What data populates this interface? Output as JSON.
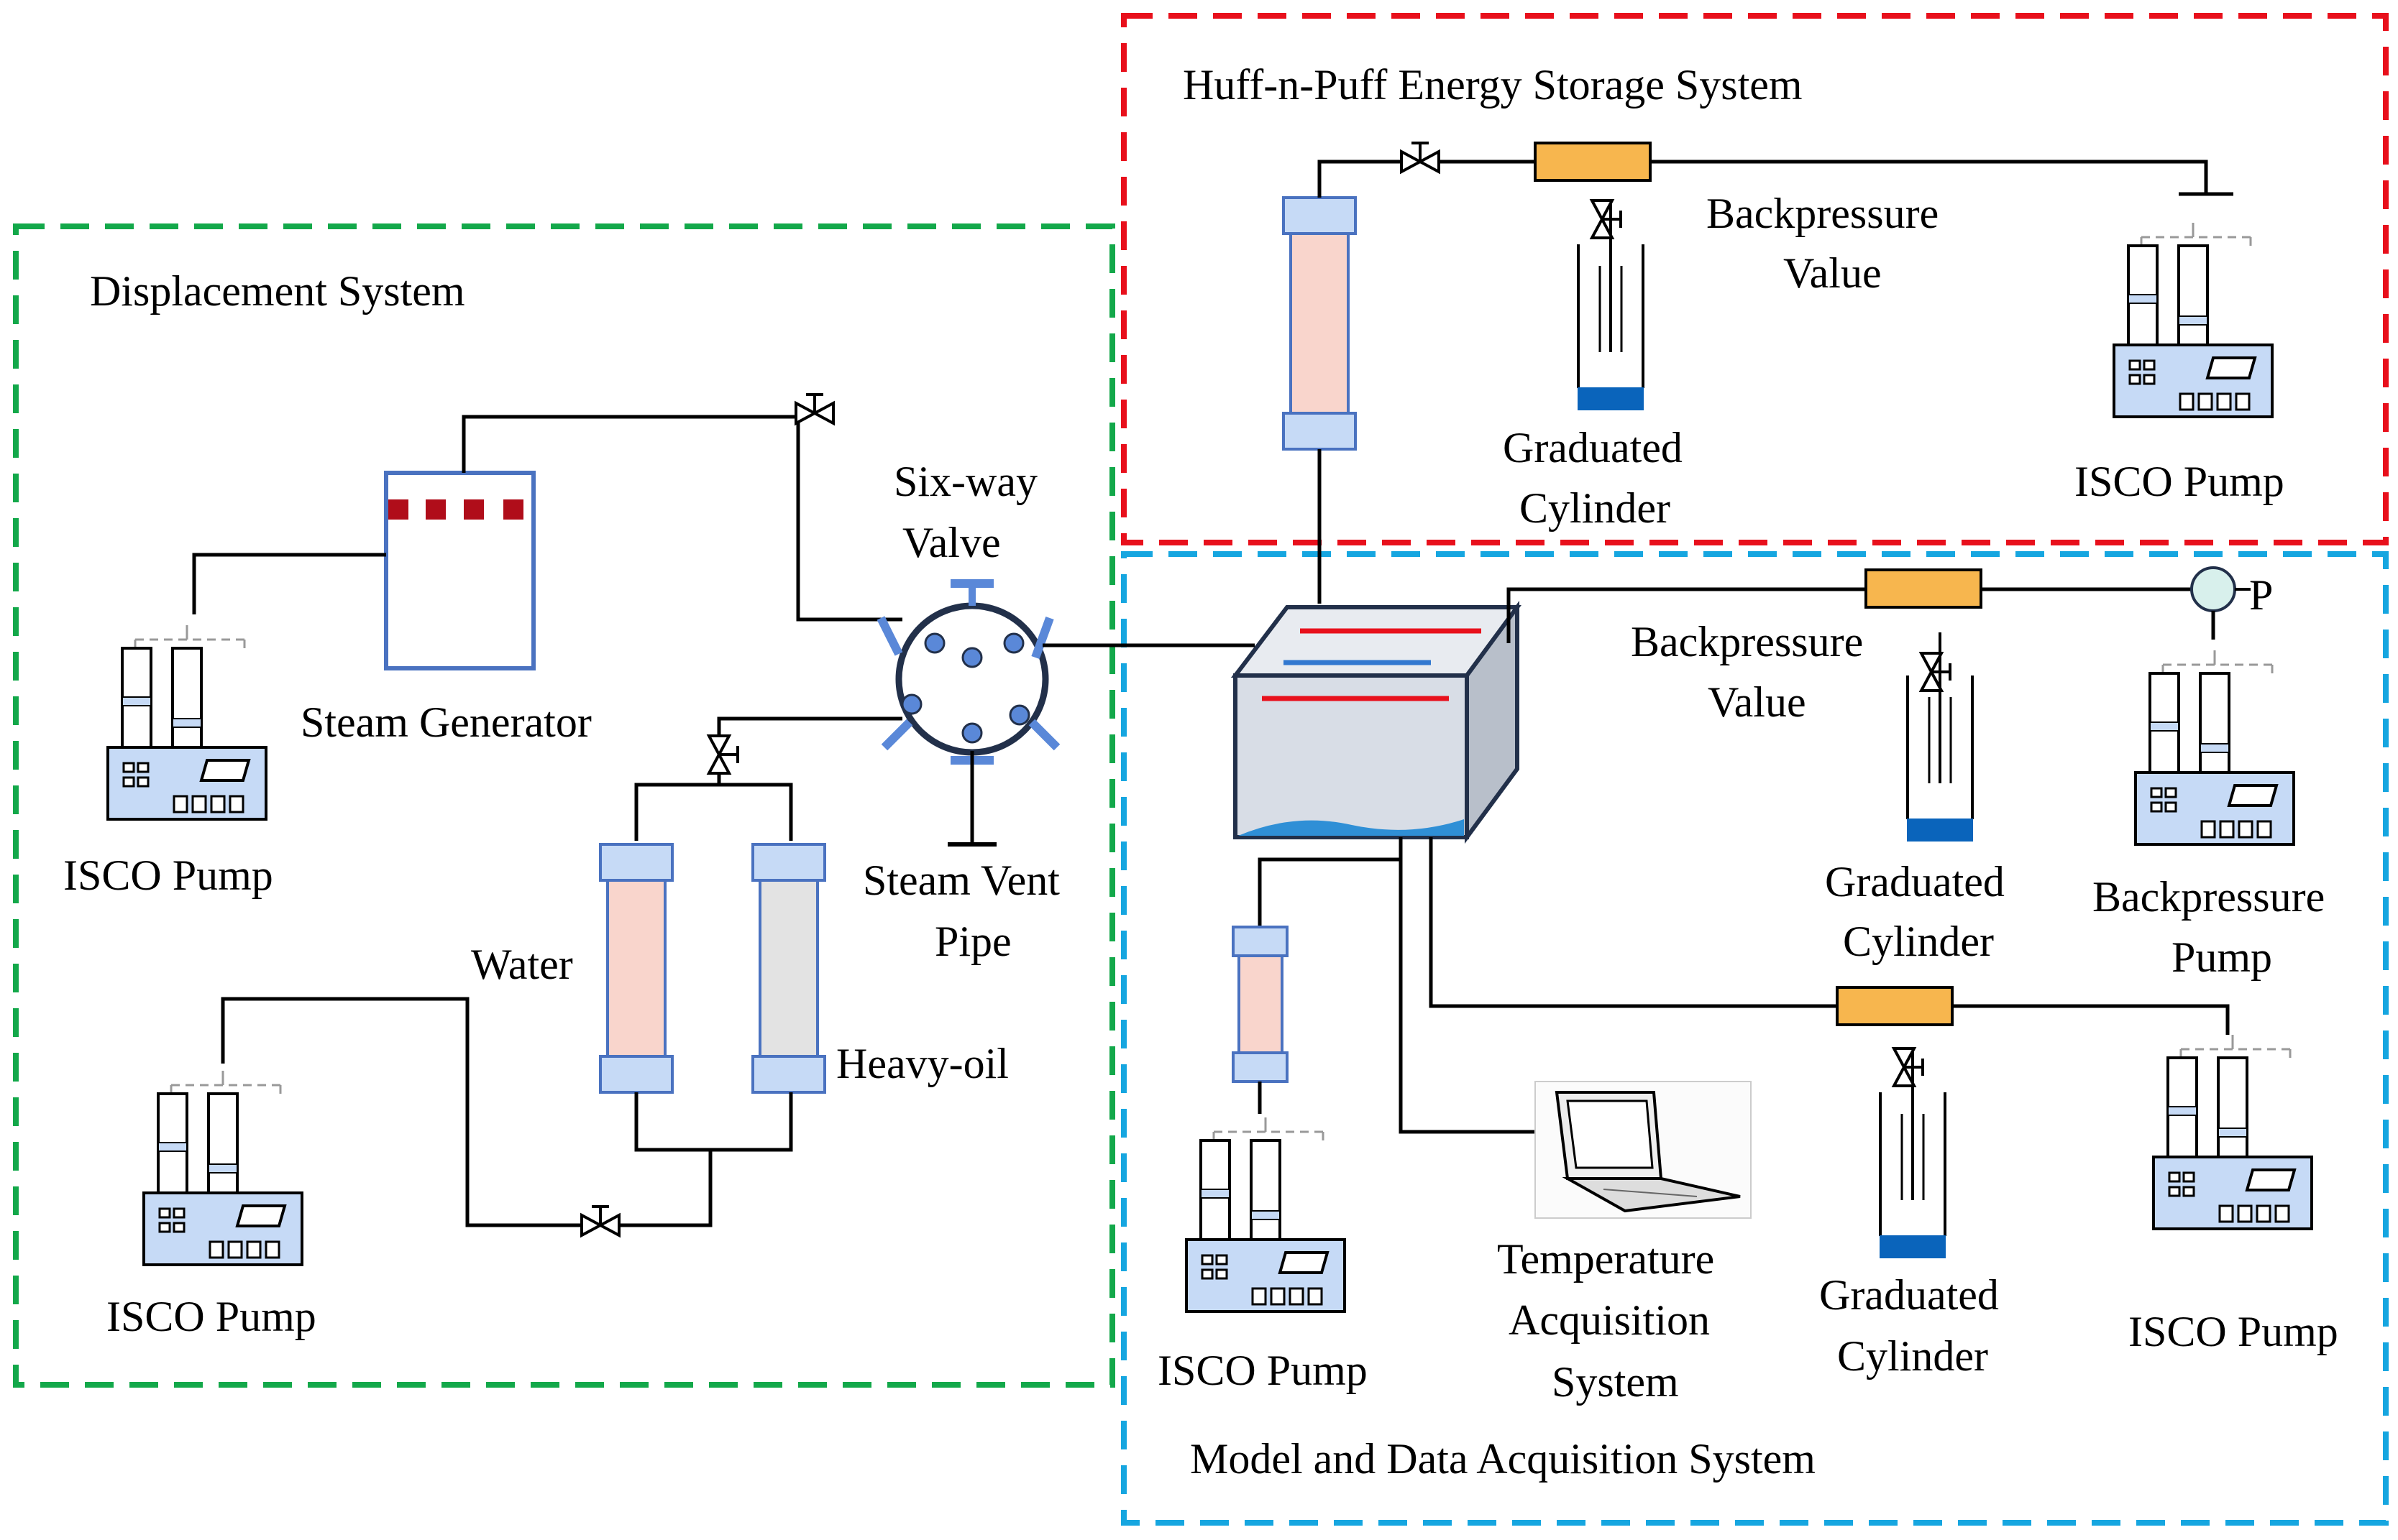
{
  "systems": {
    "displacement": {
      "title": "Displacement System",
      "color": "#13a84a"
    },
    "huff": {
      "title": "Huff-n-Puff Energy Storage System",
      "color": "#e8101c"
    },
    "model": {
      "title": "Model and Data Acquisition System",
      "color": "#16a6e0"
    }
  },
  "labels": {
    "steam_generator": "Steam Generator",
    "six_way_valve_1": "Six-way",
    "six_way_valve_2": "Valve",
    "steam_vent_pipe_1": "Steam Vent",
    "steam_vent_pipe_2": "Pipe",
    "water": "Water",
    "heavy_oil": "Heavy-oil",
    "isco_pump": "ISCO Pump",
    "backpressure_1": "Backpressure",
    "backpressure_2": "Value",
    "graduated_1": "Graduated",
    "graduated_2": "Cylinder",
    "temperature_1": "Temperature",
    "temperature_2": "Acquisition",
    "temperature_3": "System",
    "backpressure_pump_1": "Backpressure",
    "backpressure_pump_2": "Pump",
    "pressure_gauge": "P"
  },
  "colors": {
    "component_fill": "#c6daf6",
    "component_stroke": "#4a72c0",
    "water_fill": "#f9d5cc",
    "oil_fill": "#e3e3e3",
    "bp_valve_fill": "#f7b64e",
    "cylinder_base": "#0a64bb",
    "heater_dot": "#b00d1a",
    "model_box": "#d8dde6",
    "model_line_red": "#e8101c",
    "model_line_blue": "#3278d0"
  }
}
